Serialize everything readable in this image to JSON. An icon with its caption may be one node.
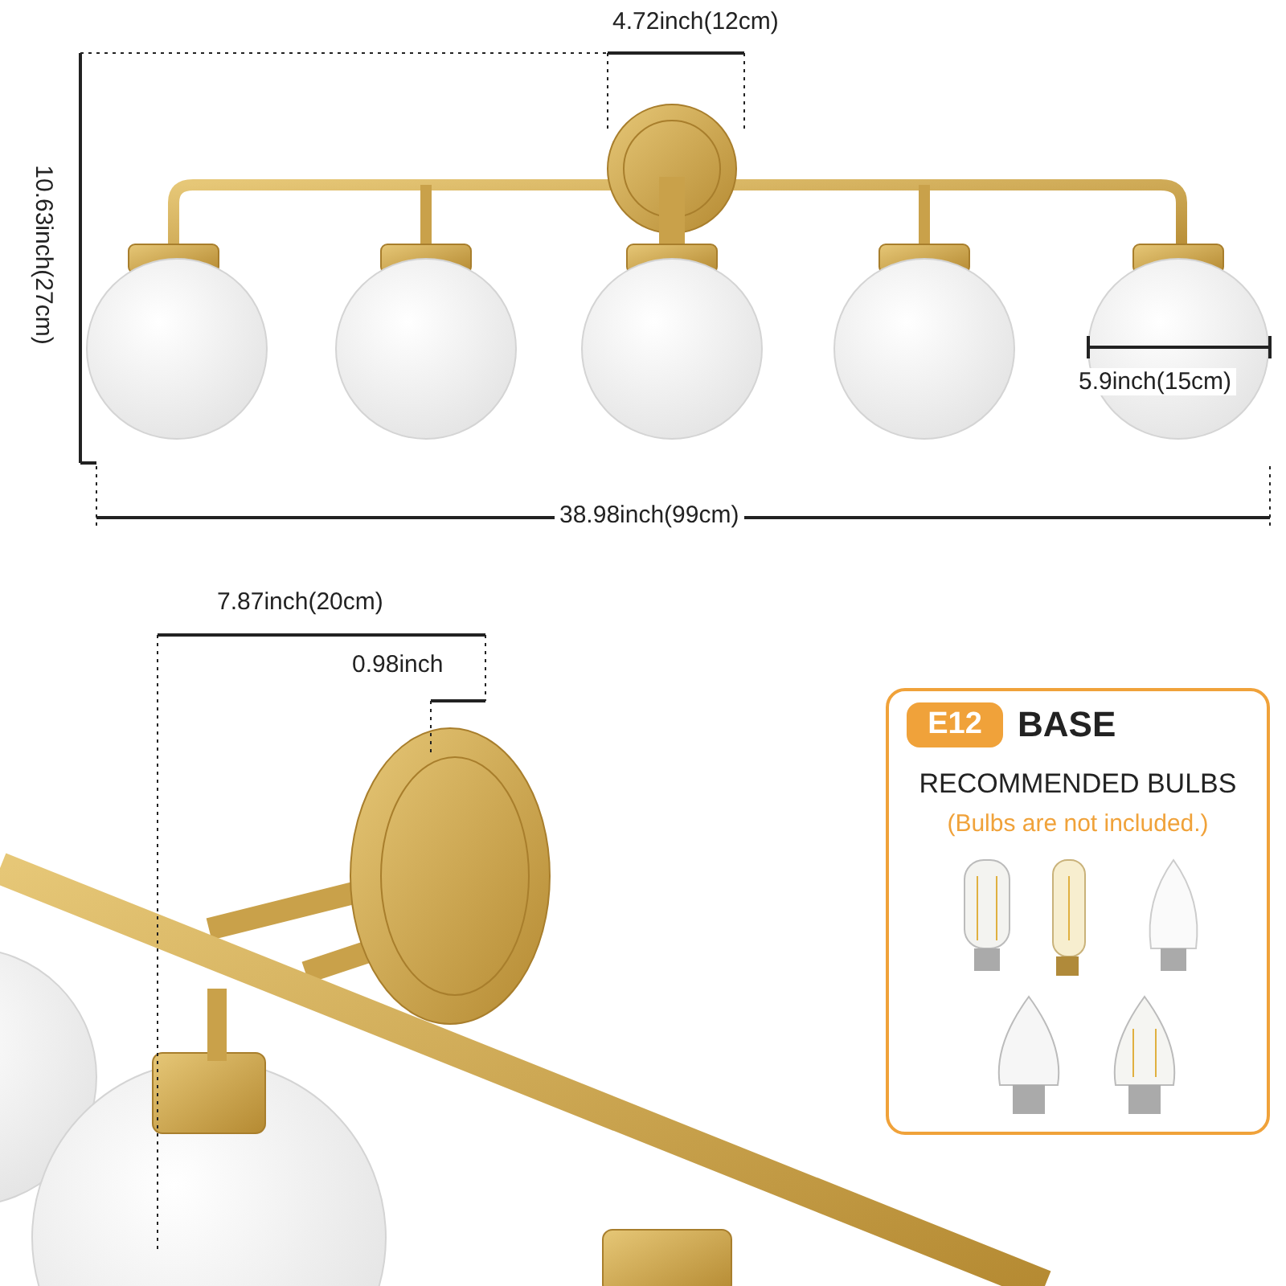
{
  "diagram": {
    "nodes": [
      {
        "text": [
          "BASE",
          "RECOMMENDED BULBS",
          "(Bulbs are not included.)"
        ]
      },
      {
        "text": [
          "E12"
        ],
        "in": 0
      }
    ],
    "labels": [
      "4.72inch(12cm)",
      "10.63inch(27cm)",
      "5.9inch(15cm)",
      "38.98inch(99cm)",
      "7.87inch(20cm)",
      "0.98inch"
    ]
  }
}
